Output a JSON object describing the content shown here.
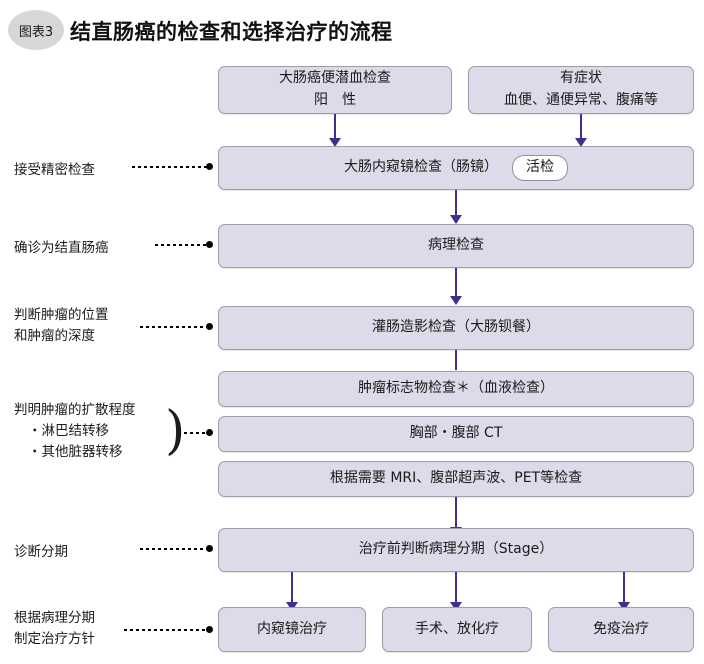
{
  "header": {
    "badge": "图表3",
    "title": "结直肠癌的检查和选择治疗的流程"
  },
  "colors": {
    "box_fill": "#dcdbe9",
    "box_border": "#9c9cad",
    "arrow": "#3a3191",
    "badge_bg": "#d7d7d7",
    "pill_bg": "#ffffff",
    "text": "#1b1b1b"
  },
  "stage_labels": [
    {
      "id": "screening-exam",
      "lines": [
        "接受精密检查"
      ]
    },
    {
      "id": "confirm-diagnosis",
      "lines": [
        "确诊为结直肠癌"
      ]
    },
    {
      "id": "tumor-location-depth",
      "lines": [
        "判断肿瘤的位置",
        "和肿瘤的深度"
      ]
    },
    {
      "id": "tumor-spread",
      "lines": [
        "判明肿瘤的扩散程度",
        "・淋巴结转移",
        "・其他脏器转移"
      ],
      "bracket": ")"
    },
    {
      "id": "diagnostic-staging",
      "lines": [
        "诊断分期"
      ]
    },
    {
      "id": "treatment-policy",
      "lines": [
        "根据病理分期",
        "制定治疗方针"
      ]
    }
  ],
  "flow": {
    "entry_left": {
      "lines": [
        "大肠癌便潜血检查",
        "阳　性"
      ]
    },
    "entry_right": {
      "lines": [
        "有症状",
        "血便、通便异常、腹痛等"
      ]
    },
    "endoscopy": {
      "text": "大肠内窥镜检查（肠镜）",
      "badge": "活检"
    },
    "pathology": {
      "text": "病理检查"
    },
    "barium": {
      "text": "灌肠造影检查（大肠钡餐）"
    },
    "spread_group": [
      {
        "id": "tumor-marker",
        "text": "肿瘤标志物检查＊（血液检查）"
      },
      {
        "id": "ct-scan",
        "text": "胸部・腹部 CT"
      },
      {
        "id": "optional-imaging",
        "text": "根据需要 MRI、腹部超声波、PET等检查"
      }
    ],
    "staging": {
      "text": "治疗前判断病理分期（Stage）"
    },
    "treatments": [
      {
        "id": "endoscopic-therapy",
        "text": "内窥镜治疗"
      },
      {
        "id": "surgery-chemoradiation",
        "text": "手术、放化疗"
      },
      {
        "id": "immunotherapy",
        "text": "免疫治疗"
      }
    ]
  }
}
